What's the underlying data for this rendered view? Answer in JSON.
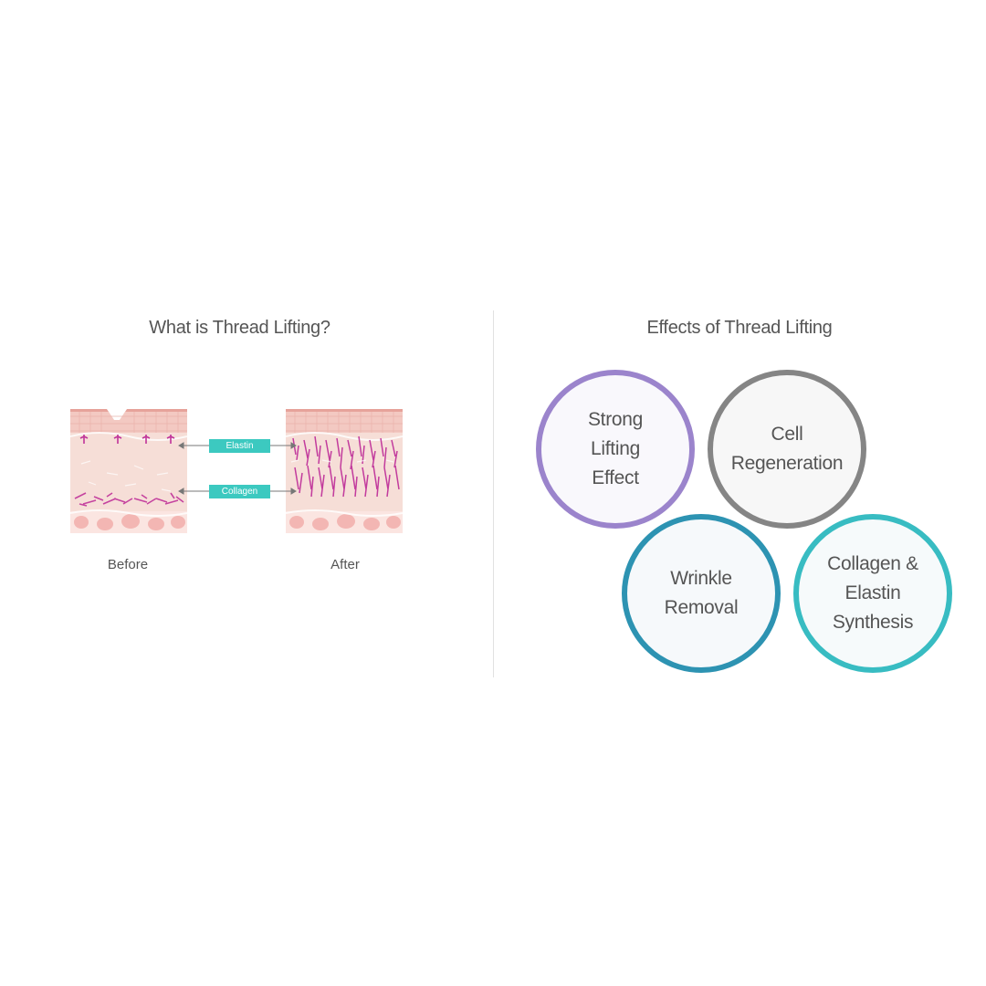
{
  "left_panel": {
    "title": "What is Thread Lifting?",
    "labels": {
      "elastin": "Elastin",
      "collagen": "Collagen"
    },
    "captions": {
      "before": "Before",
      "after": "After"
    }
  },
  "right_panel": {
    "title": "Effects of Thread Lifting",
    "effects": [
      {
        "lines": [
          "Strong",
          "Lifting",
          "Effect"
        ],
        "color": "#9b84cc"
      },
      {
        "lines": [
          "Cell",
          "Regeneration"
        ],
        "color": "#858585"
      },
      {
        "lines": [
          "Wrinkle",
          "Removal"
        ],
        "color": "#2d93b2"
      },
      {
        "lines": [
          "Collagen &",
          "Elastin",
          "Synthesis"
        ],
        "color": "#38bcc2"
      }
    ]
  },
  "colors": {
    "accent_teal": "#3cc9c0",
    "skin_pink": "#f6dcd6",
    "fiber_magenta": "#c0339a"
  }
}
